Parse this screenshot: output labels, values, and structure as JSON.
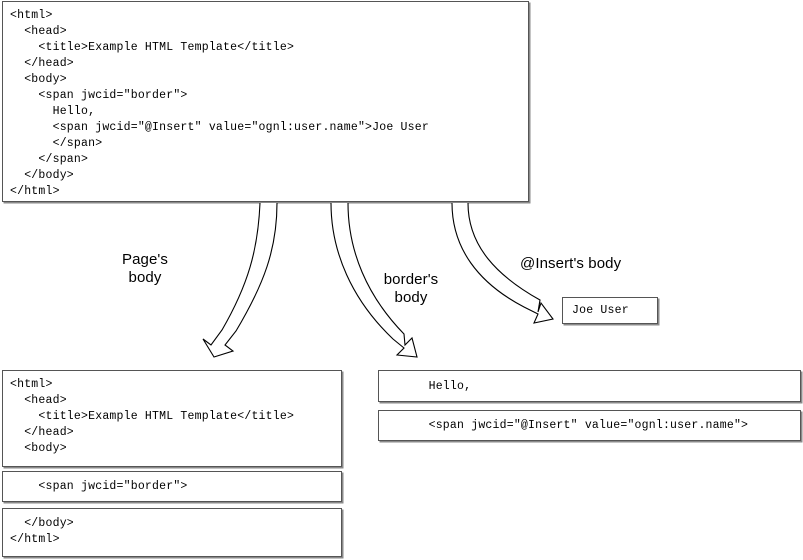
{
  "diagram": {
    "title_semantic": "tapestry-template-rendering-breakdown",
    "source_template": {
      "name": "full-html-template",
      "lines": [
        "<html>",
        "  <head>",
        "    <title>Example HTML Template</title>",
        "  </head>",
        "  <body>",
        "    <span jwcid=\"border\">",
        "      Hello,",
        "      <span jwcid=\"@Insert\" value=\"ognl:user.name\">Joe User",
        "      </span>",
        "    </span>",
        "  </body>",
        "</html>"
      ]
    },
    "arrow_labels": [
      {
        "id": "page-body",
        "text": "Page's\nbody"
      },
      {
        "id": "border-body",
        "text": "border's\nbody"
      },
      {
        "id": "insert-body",
        "text": "@Insert's body"
      }
    ],
    "insert_result_box": {
      "name": "joe-user-output",
      "text": "Joe User"
    },
    "page_body_fragments": [
      {
        "id": "page-fragment-head",
        "lines": [
          "<html>",
          "  <head>",
          "    <title>Example HTML Template</title>",
          "  </head>",
          "  <body>"
        ]
      },
      {
        "id": "page-fragment-border-open",
        "lines": [
          "    <span jwcid=\"border\">"
        ]
      },
      {
        "id": "page-fragment-close",
        "lines": [
          "  </body>",
          "</html>"
        ]
      }
    ],
    "border_body_fragments": [
      {
        "id": "border-fragment-hello",
        "lines": [
          "      Hello,"
        ]
      },
      {
        "id": "border-fragment-insert",
        "lines": [
          "      <span jwcid=\"@Insert\" value=\"ognl:user.name\">"
        ]
      }
    ],
    "colors": {
      "background": "#ffffff",
      "box_border": "#555555",
      "box_shadow": "#8a8a8a",
      "text": "#000000",
      "arrow_stroke": "#000000"
    }
  }
}
